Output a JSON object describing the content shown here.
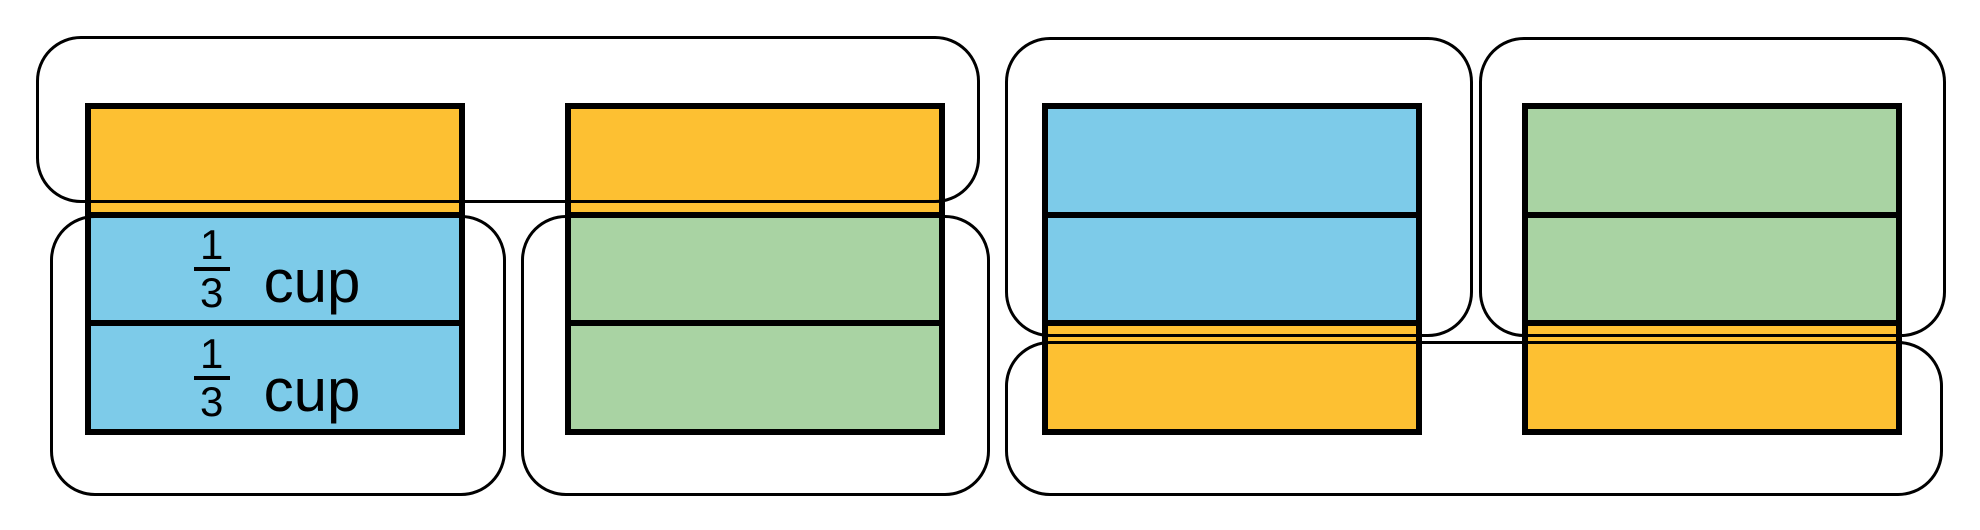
{
  "diagram": {
    "background": "#ffffff",
    "colors": {
      "orange": "#FDC032",
      "blue": "#7DCBE9",
      "green": "#A9D3A3",
      "border": "#000000"
    },
    "bars": [
      {
        "name": "bar-1",
        "segments": [
          {
            "color": "orange"
          },
          {
            "color": "blue",
            "label": {
              "numerator": "1",
              "denominator": "3",
              "unit": "cup"
            }
          },
          {
            "color": "blue",
            "label": {
              "numerator": "1",
              "denominator": "3",
              "unit": "cup"
            }
          }
        ]
      },
      {
        "name": "bar-2",
        "segments": [
          {
            "color": "orange"
          },
          {
            "color": "green"
          },
          {
            "color": "green"
          }
        ]
      },
      {
        "name": "bar-3",
        "segments": [
          {
            "color": "blue"
          },
          {
            "color": "blue"
          },
          {
            "color": "orange"
          }
        ]
      },
      {
        "name": "bar-4",
        "segments": [
          {
            "color": "green"
          },
          {
            "color": "green"
          },
          {
            "color": "orange"
          }
        ]
      }
    ],
    "groups": [
      {
        "name": "group-top-orange-pair",
        "encloses": "top orange segments of bar-1 and bar-2"
      },
      {
        "name": "group-bar1-blue",
        "encloses": "two blue segments of bar-1"
      },
      {
        "name": "group-bar2-green",
        "encloses": "two green segments of bar-2"
      },
      {
        "name": "group-bar3-blue",
        "encloses": "two blue segments of bar-3"
      },
      {
        "name": "group-bar4-green",
        "encloses": "two green segments of bar-4"
      },
      {
        "name": "group-bottom-orange-pair",
        "encloses": "bottom orange segments of bar-3 and bar-4"
      }
    ]
  }
}
